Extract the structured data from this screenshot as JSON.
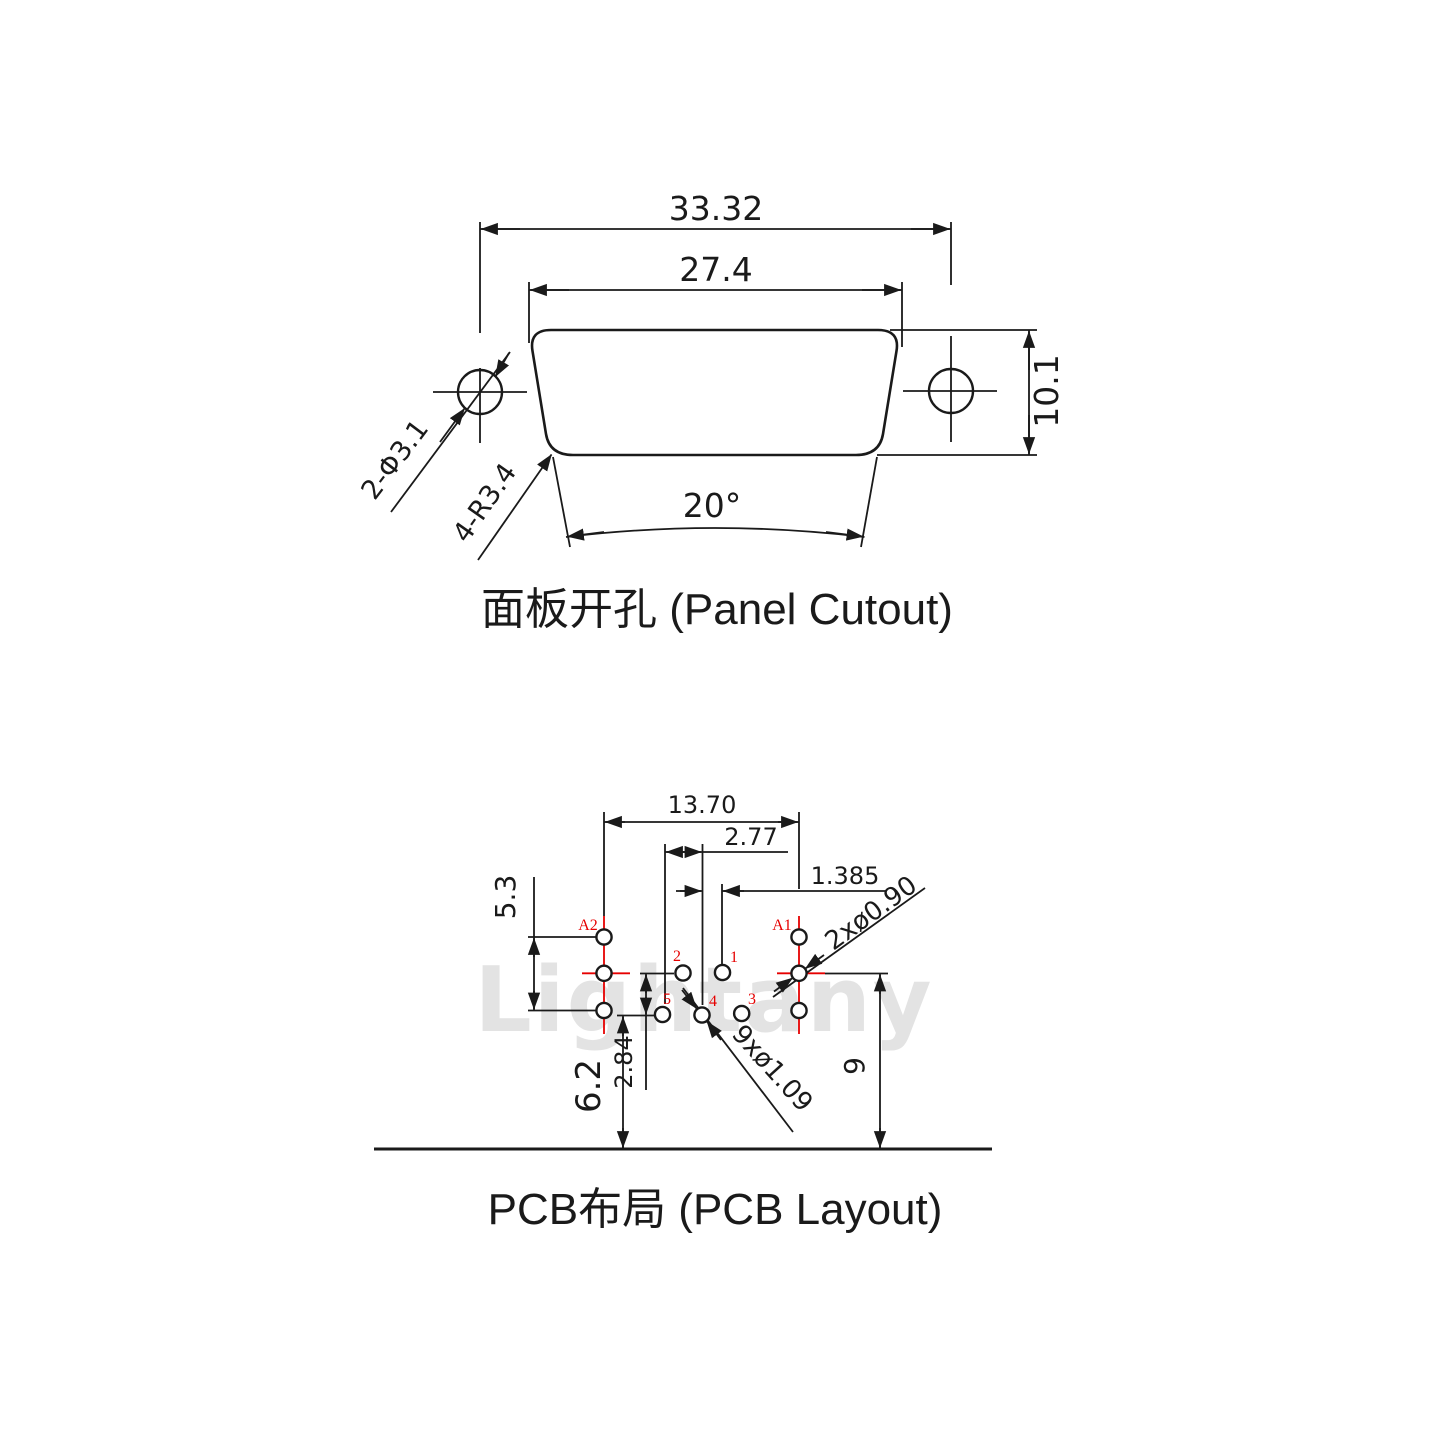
{
  "watermark": "Lightany",
  "colors": {
    "line": "#1a1a1a",
    "accent_red": "#e60000",
    "watermark_gray": "#e3e3e3"
  },
  "panel": {
    "title": "面板开孔 (Panel Cutout)",
    "dims": {
      "outer_width": "33.32",
      "inner_width": "27.4",
      "height": "10.1",
      "angle": "20°",
      "mount_holes": "2-Φ3.1",
      "corner_radius": "4-R3.4"
    }
  },
  "pcb": {
    "title": "PCB布局 (PCB Layout)",
    "dims": {
      "span": "13.70",
      "pitch": "2.77",
      "half_pitch": "1.385",
      "row_offset": "5.3",
      "row_pitch": "2.84",
      "height_left": "6.2",
      "height_right": "9",
      "signal_holes": "9xø1.09",
      "coax_holes": "2xø0.90"
    },
    "pins": {
      "a1": "A1",
      "a2": "A2",
      "p1": "1",
      "p2": "2",
      "p3": "3",
      "p4": "4",
      "p5": "5"
    }
  }
}
